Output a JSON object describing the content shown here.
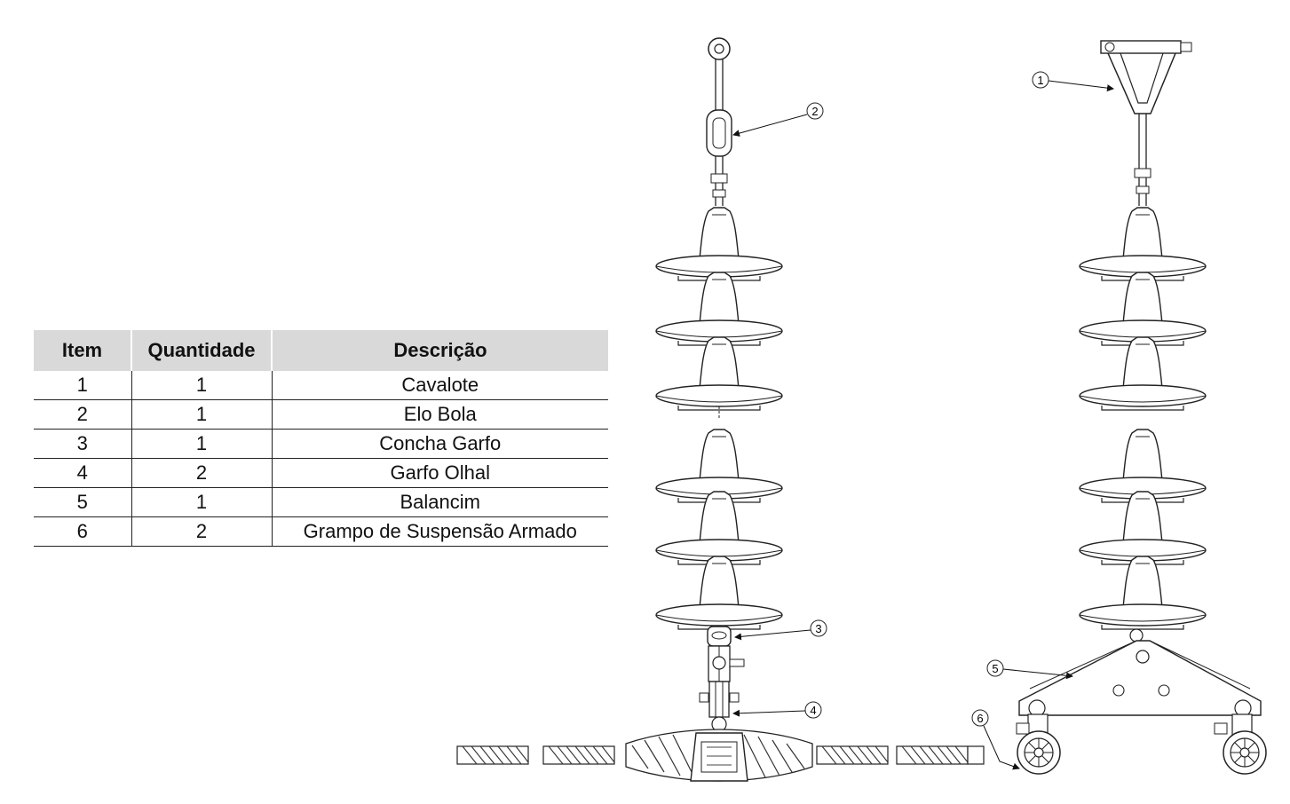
{
  "table": {
    "headers": [
      "Item",
      "Quantidade",
      "Descrição"
    ],
    "rows": [
      [
        "1",
        "1",
        "Cavalote"
      ],
      [
        "2",
        "1",
        "Elo Bola"
      ],
      [
        "3",
        "1",
        "Concha Garfo"
      ],
      [
        "4",
        "2",
        "Garfo Olhal"
      ],
      [
        "5",
        "1",
        "Balancim"
      ],
      [
        "6",
        "2",
        "Grampo de Suspensão Armado"
      ]
    ]
  },
  "callouts": [
    "1",
    "2",
    "3",
    "4",
    "5",
    "6"
  ]
}
